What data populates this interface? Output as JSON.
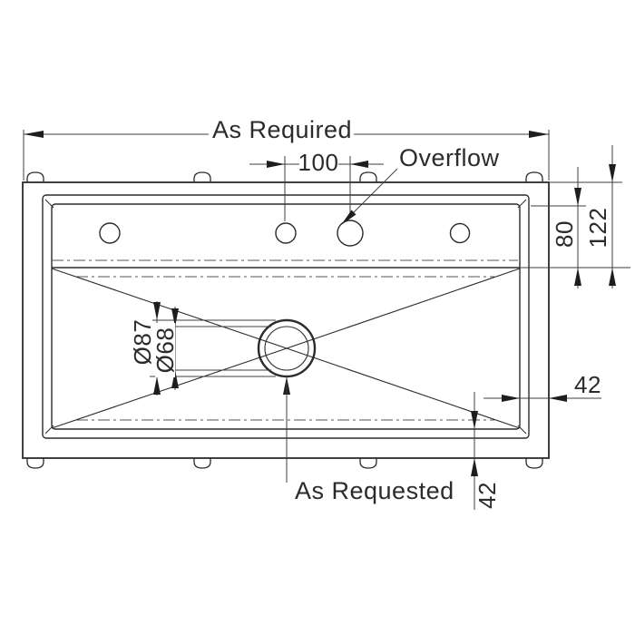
{
  "drawing": {
    "background": "#ffffff",
    "colors": {
      "object_line": "#2b2b2b",
      "dimension_line": "#3f3f3f",
      "centerline": "#555555",
      "text": "#2b2b2b"
    },
    "labels": {
      "as_required": "As Required",
      "overflow": "Overflow",
      "as_requested": "As Requested"
    },
    "dimensions": {
      "hole_spacing": "100",
      "deck_depth": "80",
      "rim_depth": "122",
      "right_clearance": "42",
      "bottom_clearance": "42",
      "drain_outer": "Ø87",
      "drain_inner": "Ø68"
    }
  }
}
